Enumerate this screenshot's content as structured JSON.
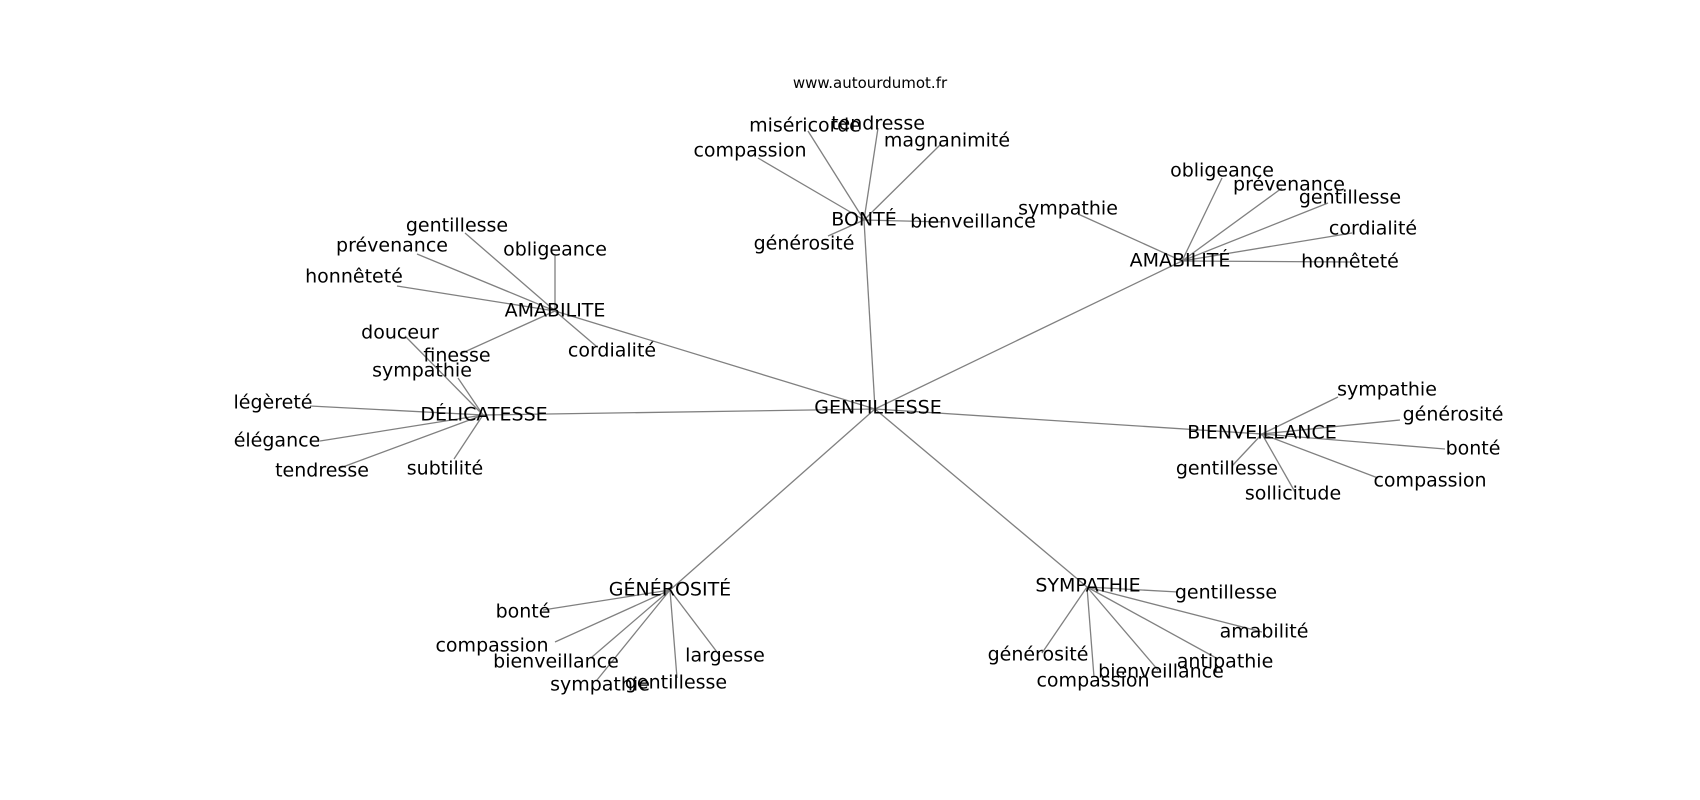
{
  "site_url": "www.autourdumot.fr",
  "center": "GENTILLESSE",
  "clusters": [
    {
      "id": "bonte",
      "label": "BONTÉ",
      "words": [
        "miséricorde",
        "tendresse",
        "magnanimité",
        "compassion",
        "bienveillance",
        "générosité"
      ]
    },
    {
      "id": "amabilite-accent",
      "label": "AMABILITÉ",
      "words": [
        "obligeance",
        "prévenance",
        "gentillesse",
        "sympathie",
        "cordialité",
        "honnêteté"
      ]
    },
    {
      "id": "amabilite",
      "label": "AMABILITE",
      "words": [
        "gentillesse",
        "prévenance",
        "obligeance",
        "honnêteté",
        "cordialité",
        "finesse"
      ]
    },
    {
      "id": "delicatesse",
      "label": "DÉLICATESSE",
      "words": [
        "douceur",
        "sympathie",
        "légèreté",
        "élégance",
        "tendresse",
        "subtilité"
      ]
    },
    {
      "id": "bienveillance",
      "label": "BIENVEILLANCE",
      "words": [
        "sympathie",
        "générosité",
        "bonté",
        "gentillesse",
        "compassion",
        "sollicitude"
      ]
    },
    {
      "id": "generosite",
      "label": "GÉNÉROSITÉ",
      "words": [
        "bonté",
        "compassion",
        "bienveillance",
        "largesse",
        "sympathie",
        "gentillesse"
      ]
    },
    {
      "id": "sympathie",
      "label": "SYMPATHIE",
      "words": [
        "gentillesse",
        "amabilité",
        "antipathie",
        "générosité",
        "bienveillance",
        "compassion"
      ]
    }
  ]
}
